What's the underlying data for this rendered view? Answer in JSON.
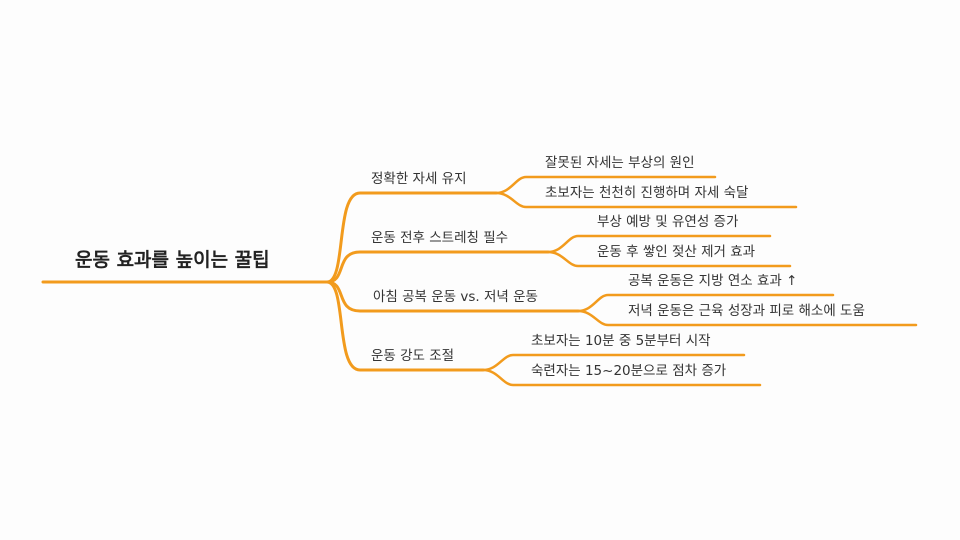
{
  "mindmap": {
    "root": {
      "label": "운동 효과를 높이는 꿀팁"
    },
    "branches": [
      {
        "label": "정확한 자세 유지",
        "children": [
          {
            "label": "잘못된 자세는 부상의 원인"
          },
          {
            "label": "초보자는 천천히 진행하며 자세 숙달"
          }
        ]
      },
      {
        "label": "운동 전후 스트레칭 필수",
        "children": [
          {
            "label": "부상 예방 및 유연성 증가"
          },
          {
            "label": "운동 후 쌓인 젖산 제거 효과"
          }
        ]
      },
      {
        "label": "아침 공복 운동 vs. 저녁 운동",
        "children": [
          {
            "label": "공복 운동은 지방 연소 효과 ↑"
          },
          {
            "label": "저녁 운동은 근육 성장과 피로 해소에 도움"
          }
        ]
      },
      {
        "label": "운동 강도 조절",
        "children": [
          {
            "label": "초보자는 10분 중 5분부터 시작"
          },
          {
            "label": "숙련자는 15~20분으로 점차 증가"
          }
        ]
      }
    ]
  },
  "colors": {
    "line": "#F29B1D",
    "text": "#333333"
  }
}
